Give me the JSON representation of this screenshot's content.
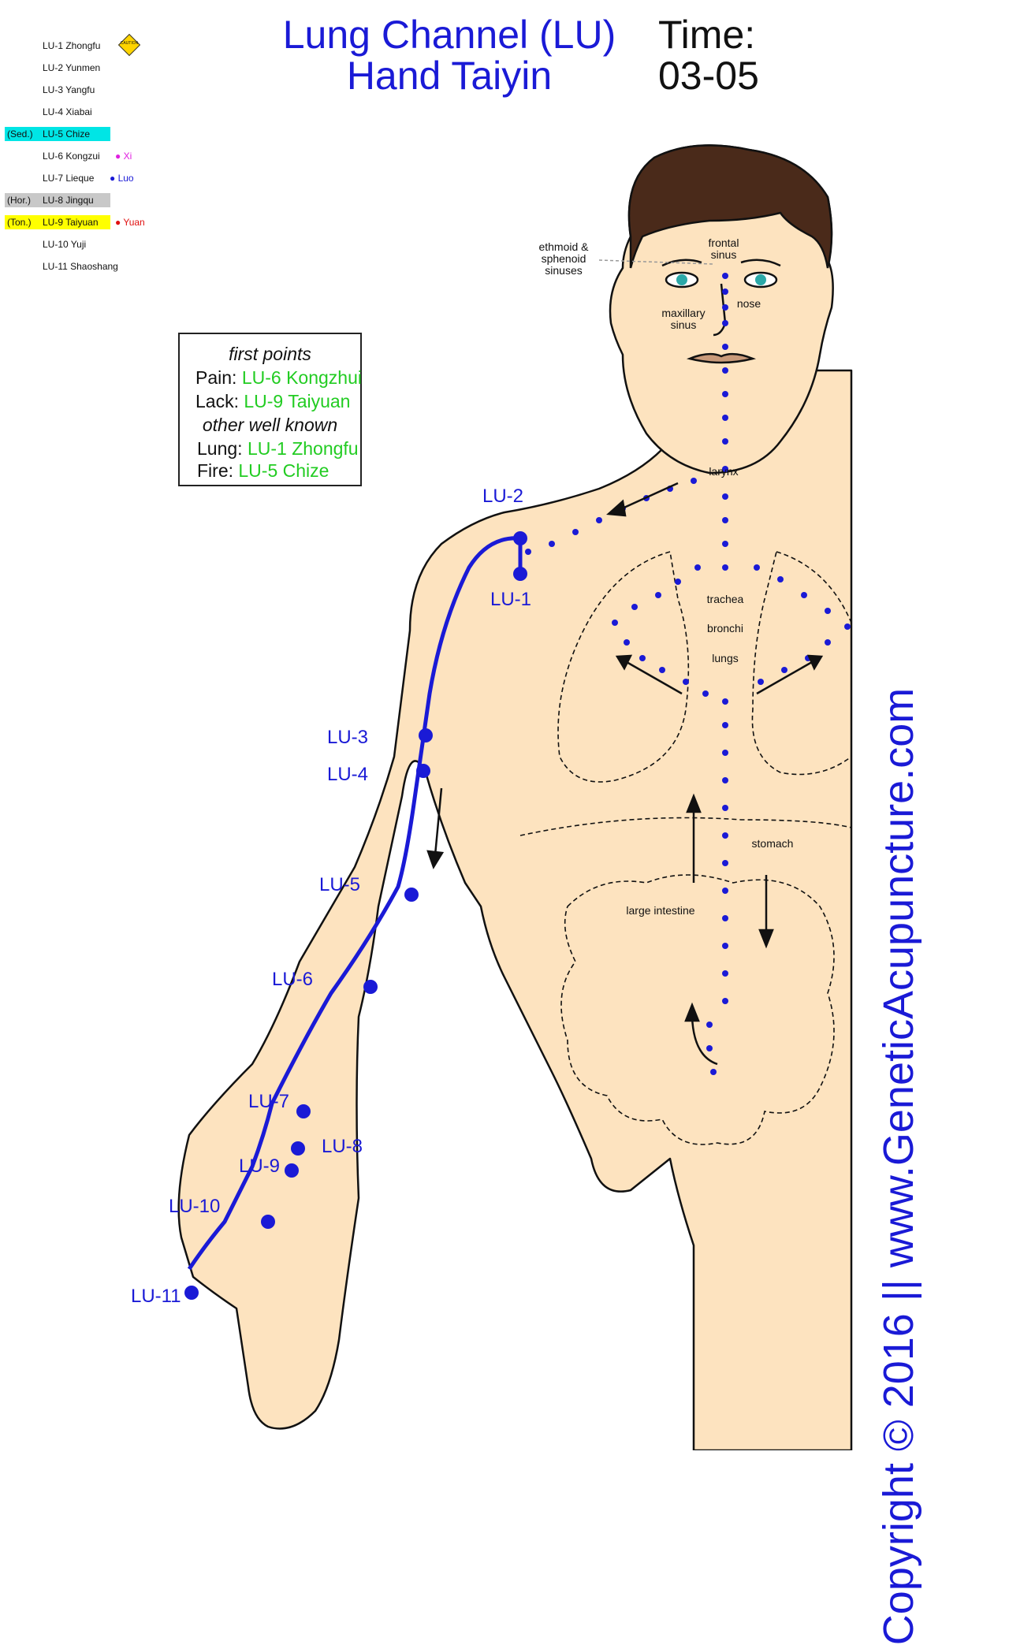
{
  "title": {
    "line1": "Lung Channel (LU)",
    "line2": "Hand Taiyin",
    "time_label": "Time:",
    "time_value": "03-05"
  },
  "points": [
    {
      "id": "LU-1",
      "name": "LU-1 Zhongfu",
      "prefix": "",
      "highlight": "",
      "extra": "",
      "extra_color": "",
      "caution": "CAUTION"
    },
    {
      "id": "LU-2",
      "name": "LU-2 Yunmen",
      "prefix": "",
      "highlight": "",
      "extra": "",
      "extra_color": ""
    },
    {
      "id": "LU-3",
      "name": "LU-3 Yangfu",
      "prefix": "",
      "highlight": "",
      "extra": "",
      "extra_color": ""
    },
    {
      "id": "LU-4",
      "name": "LU-4 Xiabai",
      "prefix": "",
      "highlight": "",
      "extra": "",
      "extra_color": ""
    },
    {
      "id": "LU-5",
      "name": "LU-5 Chize",
      "prefix": "(Sed.)",
      "highlight": "#00e5e5",
      "extra": "",
      "extra_color": ""
    },
    {
      "id": "LU-6",
      "name": "LU-6 Kongzui",
      "prefix": "",
      "highlight": "",
      "extra": "● Xi",
      "extra_color": "#e020e0"
    },
    {
      "id": "LU-7",
      "name": "LU-7 Lieque",
      "prefix": "",
      "highlight": "",
      "extra": "● Luo",
      "extra_color": "#1a1ad6"
    },
    {
      "id": "LU-8",
      "name": "LU-8 Jingqu",
      "prefix": "(Hor.)",
      "highlight": "#c8c8c8",
      "extra": "",
      "extra_color": ""
    },
    {
      "id": "LU-9",
      "name": "LU-9 Taiyuan",
      "prefix": "(Ton.)",
      "highlight": "#ffff00",
      "extra": "● Yuan",
      "extra_color": "#e01010"
    },
    {
      "id": "LU-10",
      "name": "LU-10 Yuji",
      "prefix": "",
      "highlight": "",
      "extra": "",
      "extra_color": ""
    },
    {
      "id": "LU-11",
      "name": "LU-11 Shaoshang",
      "prefix": "",
      "highlight": "",
      "extra": "",
      "extra_color": ""
    }
  ],
  "info_box": {
    "first_points_label": "first points",
    "pain_label": "Pain:",
    "pain_value": "LU-6 Kongzhui",
    "lack_label": "Lack:",
    "lack_value": "LU-9 Taiyuan",
    "other_label": "other well known",
    "lung_label": "Lung:",
    "lung_value": "LU-1 Zhongfu",
    "fire_label": "Fire:",
    "fire_value": "LU-5 Chize"
  },
  "anatomy_labels": {
    "ethmoid": "ethmoid &",
    "sphenoid": "sphenoid",
    "sinuses": "sinuses",
    "frontal": "frontal",
    "frontal_sinus": "sinus",
    "nose": "nose",
    "maxillary": "maxillary",
    "maxillary_sinus": "sinus",
    "larynx": "larynx",
    "trachea": "trachea",
    "bronchi": "bronchi",
    "lungs": "lungs",
    "stomach": "stomach",
    "large_intestine": "large intestine"
  },
  "channel_labels": [
    "LU-1",
    "LU-2",
    "LU-3",
    "LU-4",
    "LU-5",
    "LU-6",
    "LU-7",
    "LU-8",
    "LU-9",
    "LU-10",
    "LU-11"
  ],
  "copyright": "Copyright © 2016 || www.GeneticAcupuncture.com",
  "colors": {
    "channel": "#1a1ad6",
    "skin": "#fde3bf",
    "point_highlight_green": "#22cc22",
    "hair": "#4a2a1a"
  }
}
